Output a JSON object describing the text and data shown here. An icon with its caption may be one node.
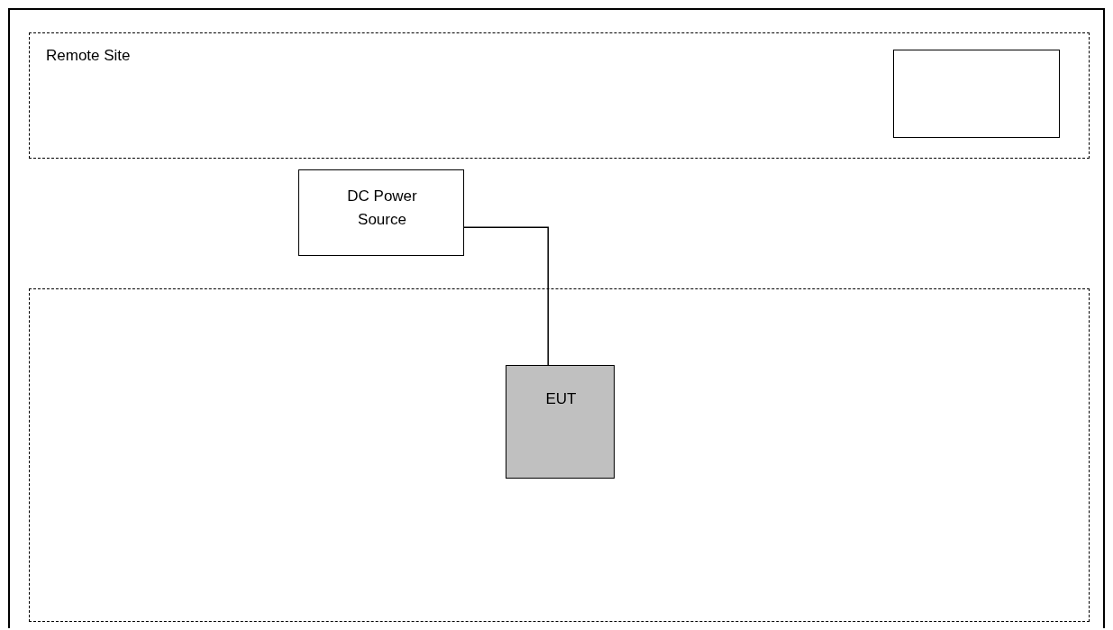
{
  "diagram": {
    "nodes": [
      {
        "text": [
          "Remote Site"
        ]
      },
      {
        "text": [],
        "shape": "box",
        "in": 0
      },
      {
        "text": [
          "DC Power Source"
        ]
      },
      {
        "text": [],
        "shape": "box"
      },
      {
        "text": [
          "EUT"
        ],
        "in": 3
      }
    ],
    "edges": [
      {
        "from": 2,
        "to": 4,
        "arrow": "none"
      }
    ]
  }
}
